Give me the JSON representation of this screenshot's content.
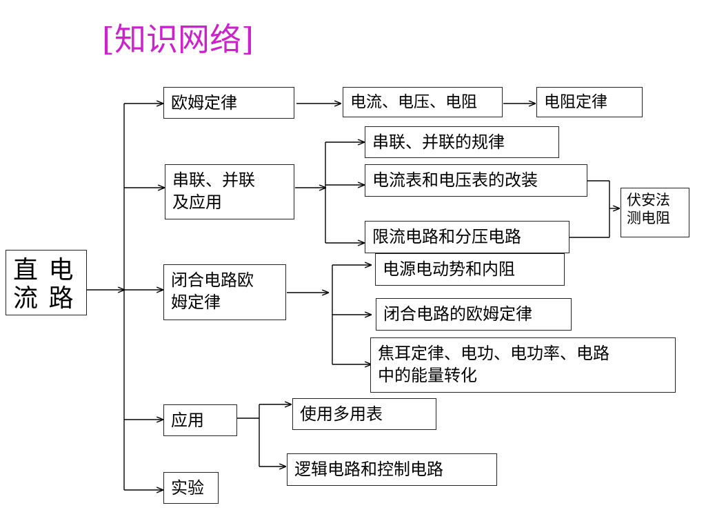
{
  "title": "[知识网络]",
  "root": {
    "lines": [
      "直 电",
      "流 路"
    ]
  },
  "branches": {
    "ohm": "欧姆定律",
    "series": {
      "lines": [
        "串联、并联",
        "及应用"
      ]
    },
    "closed": {
      "lines": [
        "闭合电路欧",
        "姆定律"
      ]
    },
    "application": "应用",
    "experiment": "实验"
  },
  "leaves": {
    "ohm_quantities": "电流、电压、电阻",
    "resistance_law": "电阻定律",
    "series_rules": "串联、并联的规律",
    "meter_conversion": "电流表和电压表的改装",
    "limit_divider": "限流电路和分压电路",
    "voltammetry": {
      "lines": [
        "伏安法",
        "测电阻"
      ]
    },
    "emf_internal": "电源电动势和内阻",
    "closed_ohm": "闭合电路的欧姆定律",
    "joule": {
      "lines": [
        "焦耳定律、电功、电功率、电路",
        "中的能量转化"
      ]
    },
    "multimeter": "使用多用表",
    "logic_circuit": "逻辑电路和控制电路"
  }
}
